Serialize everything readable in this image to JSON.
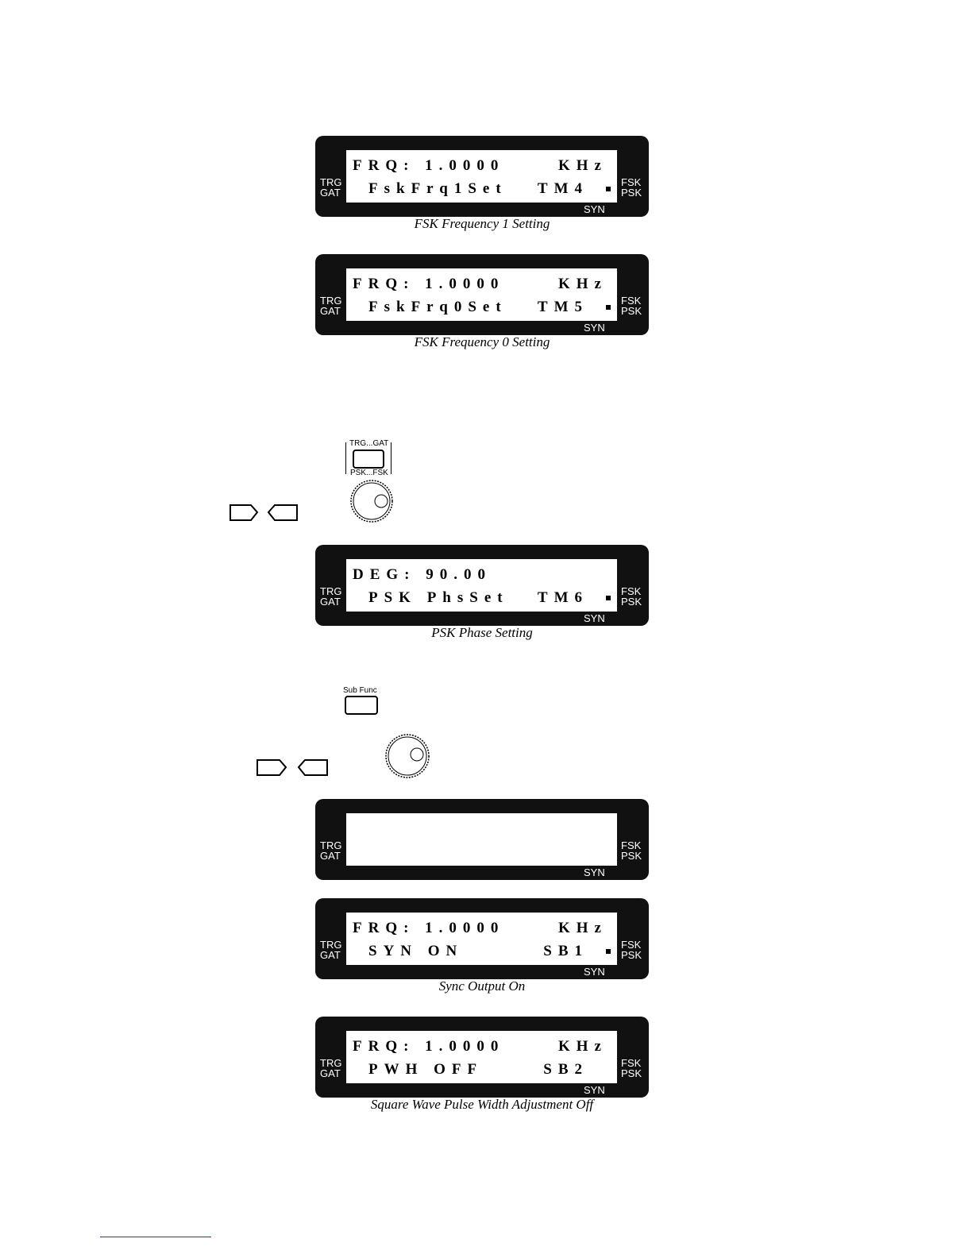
{
  "panel_side": {
    "left_top": "TRG",
    "left_bottom": "GAT",
    "right_top": "FSK",
    "right_bottom": "PSK",
    "bottom": "SYN"
  },
  "displays": [
    {
      "line1_left": "FRQ: 1.0000",
      "line1_right": "KHz",
      "line2_left": "FskFrq1Set",
      "line2_right": "TM4",
      "caption": "FSK Frequency 1 Setting"
    },
    {
      "line1_left": "FRQ: 1.0000",
      "line1_right": "KHz",
      "line2_left": "FskFrq0Set",
      "line2_right": "TM5",
      "caption": "FSK Frequency 0 Setting"
    },
    {
      "line1_left": "DEG: 90.00",
      "line1_right": "",
      "line2_left": "PSK PhsSet",
      "line2_right": "TM6",
      "caption": "PSK Phase Setting"
    },
    {
      "line1_left": "",
      "line1_right": "",
      "line2_left": "",
      "line2_right": "",
      "caption": ""
    },
    {
      "line1_left": "FRQ: 1.0000",
      "line1_right": "KHz",
      "line2_left": "SYN ON",
      "line2_right": "SB1",
      "caption": "Sync Output On"
    },
    {
      "line1_left": "FRQ: 1.0000",
      "line1_right": "KHz",
      "line2_left": "PWH OFF",
      "line2_right": "SB2",
      "caption": "Square Wave Pulse Width Adjustment Off"
    }
  ],
  "controls": {
    "trg_gat_button_top": "TRG...GAT",
    "trg_gat_button_bottom": "PSK...FSK",
    "sub_func_button": "Sub Func"
  }
}
